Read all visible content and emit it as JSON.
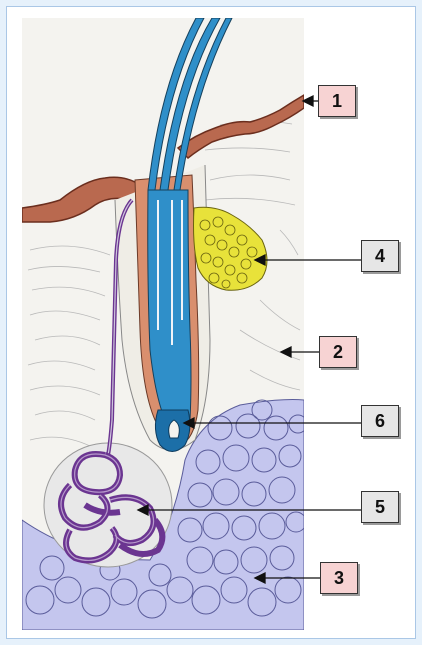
{
  "labels": [
    {
      "id": "1",
      "text": "1",
      "part": "epidermis",
      "color": "#f7d3d3"
    },
    {
      "id": "2",
      "text": "2",
      "part": "dermis",
      "color": "#f7d3d3"
    },
    {
      "id": "3",
      "text": "3",
      "part": "subcutaneous-fat",
      "color": "#f7d3d3"
    },
    {
      "id": "4",
      "text": "4",
      "part": "sebaceous-gland",
      "color": "#e6e6e6"
    },
    {
      "id": "5",
      "text": "5",
      "part": "sweat-gland",
      "color": "#e6e6e6"
    },
    {
      "id": "6",
      "text": "6",
      "part": "hair-bulb",
      "color": "#e6e6e6"
    }
  ],
  "colors": {
    "page_background": "#e6f1fb",
    "epidermis": "#b9694f",
    "hair_shaft": "#2f8fc9",
    "follicle_sheath": "#d98f6e",
    "sebaceous_gland": "#e8e23a",
    "sweat_gland": "#6b3591",
    "fat_lobules": "#c4c6ee"
  }
}
